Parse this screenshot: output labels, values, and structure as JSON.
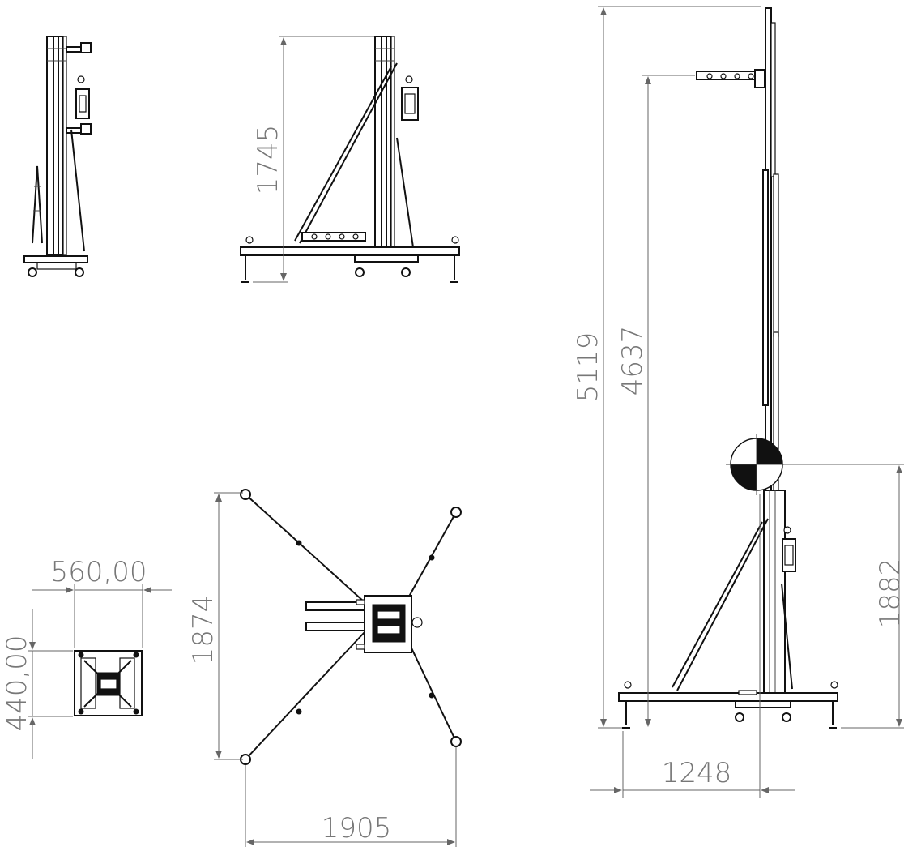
{
  "dimensions": {
    "view1_height": "1745",
    "top_width": "560,00",
    "top_depth": "440,00",
    "legs_depth": "1874",
    "legs_width": "1905",
    "max_height": "5119",
    "fork_height": "4637",
    "cog_height": "1882",
    "cog_offset": "1248"
  },
  "colors": {
    "line": "#111111",
    "dimension": "#777777",
    "background": "#ffffff"
  }
}
